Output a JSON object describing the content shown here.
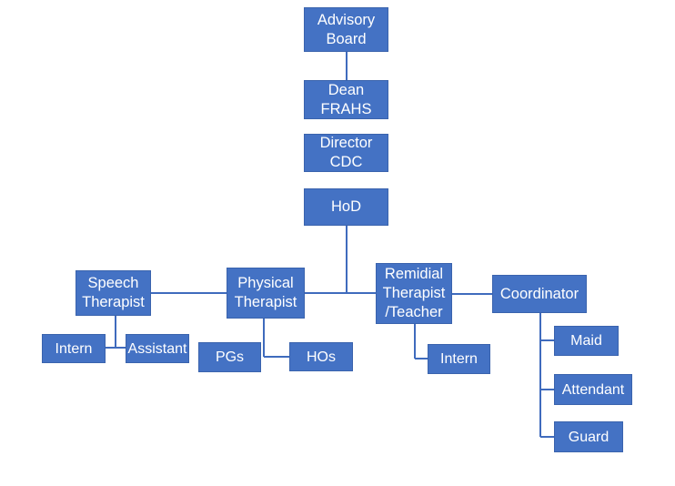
{
  "org_chart": {
    "advisory_board": "Advisory\nBoard",
    "dean": "Dean\nFRAHS",
    "director": "Director\nCDC",
    "hod": "HoD",
    "speech_therapist": "Speech\nTherapist",
    "physical_therapist": "Physical\nTherapist",
    "remedial_therapist": "Remidial\nTherapist\n/Teacher",
    "coordinator": "Coordinator",
    "speech_intern": "Intern",
    "speech_assistant": "Assistant",
    "pgs": "PGs",
    "hos": "HOs",
    "remedial_intern": "Intern",
    "maid": "Maid",
    "attendant": "Attendant",
    "guard": "Guard"
  },
  "colors": {
    "box_fill": "#4472c4",
    "box_text": "#ffffff",
    "connector": "#3f6bbd",
    "background": "#ffffff"
  }
}
